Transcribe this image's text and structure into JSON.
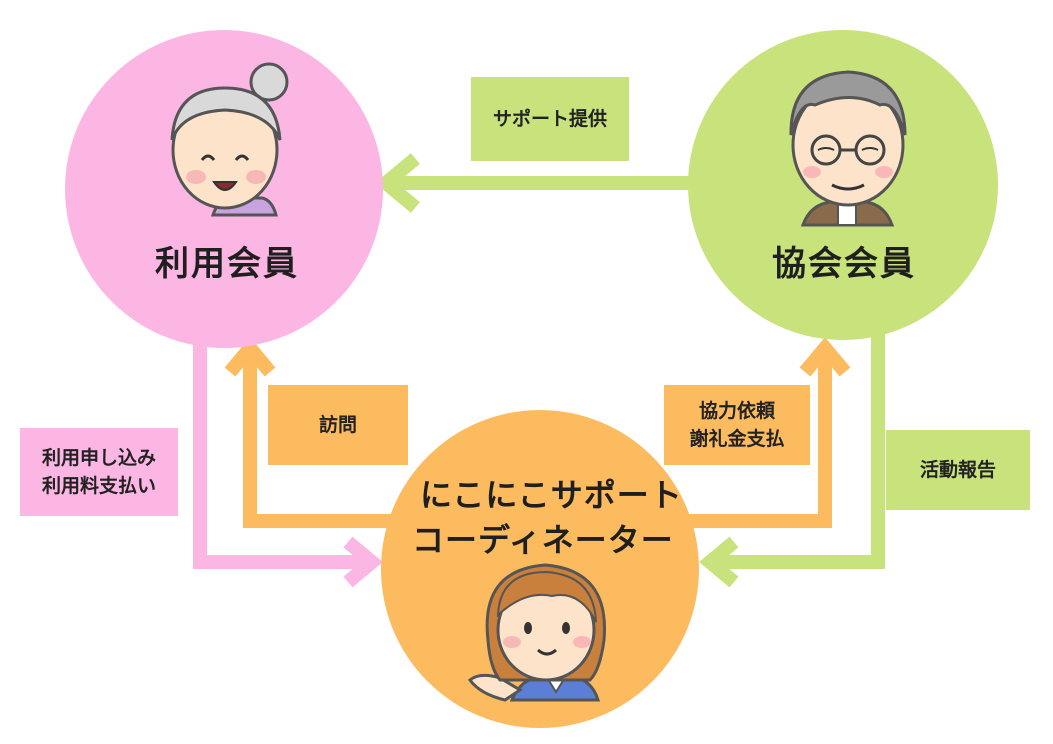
{
  "nodes": {
    "user_member": "利用会員",
    "association_member": "協会会員",
    "coordinator_line1": "にこにこサポート",
    "coordinator_line2": "コーディネーター"
  },
  "flows": {
    "support_provided": "サポート提供",
    "visit": "訪問",
    "cooperation_request": "協力依頼",
    "honorarium_payment": "謝礼金支払",
    "application": "利用申し込み",
    "fee_payment": "利用料支払い",
    "activity_report": "活動報告"
  },
  "colors": {
    "pink": "#fcb6e4",
    "green": "#c8e27c",
    "orange": "#fdbb60"
  },
  "icons": {
    "user": "elderly-woman-icon",
    "association": "elderly-man-glasses-icon",
    "coordinator": "woman-coordinator-icon"
  }
}
